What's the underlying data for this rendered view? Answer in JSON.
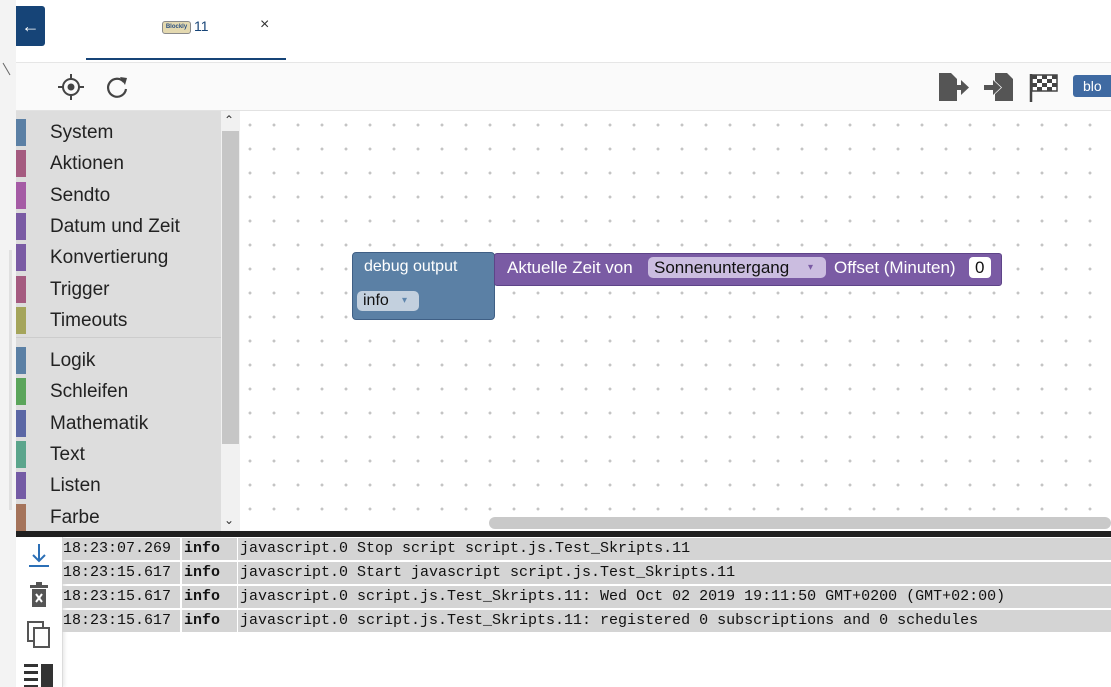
{
  "window": {
    "back_arrow": "←",
    "tab": {
      "logo_text": "Blockly",
      "label": "11",
      "close": "×"
    }
  },
  "toolbar": {
    "icons": [
      "locate-icon",
      "refresh-icon",
      "export-icon",
      "import-icon",
      "checkered-flag-icon",
      "blockly-logo-icon"
    ],
    "blockly_logo_text": "blo"
  },
  "toolbox": {
    "categories_top": [
      {
        "label": "System",
        "color": "#5b80a5"
      },
      {
        "label": "Aktionen",
        "color": "#a55b80"
      },
      {
        "label": "Sendto",
        "color": "#a55ba5"
      },
      {
        "label": "Datum und Zeit",
        "color": "#7a5ba4"
      },
      {
        "label": "Konvertierung",
        "color": "#7a5ba4"
      },
      {
        "label": "Trigger",
        "color": "#a55b80"
      },
      {
        "label": "Timeouts",
        "color": "#a5a55b"
      }
    ],
    "categories_bottom": [
      {
        "label": "Logik",
        "color": "#5b80a5"
      },
      {
        "label": "Schleifen",
        "color": "#5ba55b"
      },
      {
        "label": "Mathematik",
        "color": "#5b67a5"
      },
      {
        "label": "Text",
        "color": "#5ba58c"
      },
      {
        "label": "Listen",
        "color": "#745ba5"
      },
      {
        "label": "Farbe",
        "color": "#a5745b"
      }
    ],
    "scroll_up": "⌃",
    "scroll_down": "⌄"
  },
  "workspace": {
    "debug_block": {
      "label": "debug output",
      "level": "info",
      "color": "#5b80a5"
    },
    "time_block": {
      "label": "Aktuelle Zeit von",
      "event": "Sonnenuntergang",
      "offset_label": "Offset (Minuten)",
      "offset_value": "0",
      "color": "#7a5ba4"
    },
    "dropdown_arrow": "▾"
  },
  "log": {
    "side_icons": [
      "scroll-to-bottom-icon",
      "clear-log-icon",
      "copy-icon",
      "wrap-toggle-icon"
    ],
    "rows": [
      {
        "time": "18:23:07.269",
        "severity": "info",
        "message": "javascript.0 Stop script script.js.Test_Skripts.11"
      },
      {
        "time": "18:23:15.617",
        "severity": "info",
        "message": "javascript.0 Start javascript script.js.Test_Skripts.11"
      },
      {
        "time": "18:23:15.617",
        "severity": "info",
        "message": "javascript.0 script.js.Test_Skripts.11: Wed Oct 02 2019 19:11:50 GMT+0200 (GMT+02:00)"
      },
      {
        "time": "18:23:15.617",
        "severity": "info",
        "message": "javascript.0 script.js.Test_Skripts.11: registered 0 subscriptions and 0 schedules"
      }
    ]
  },
  "colors": {
    "accent": "#164477",
    "toolbox_bg": "#dddddd",
    "log_cell_bg": "#d4d4d4",
    "splitter": "#202020"
  }
}
